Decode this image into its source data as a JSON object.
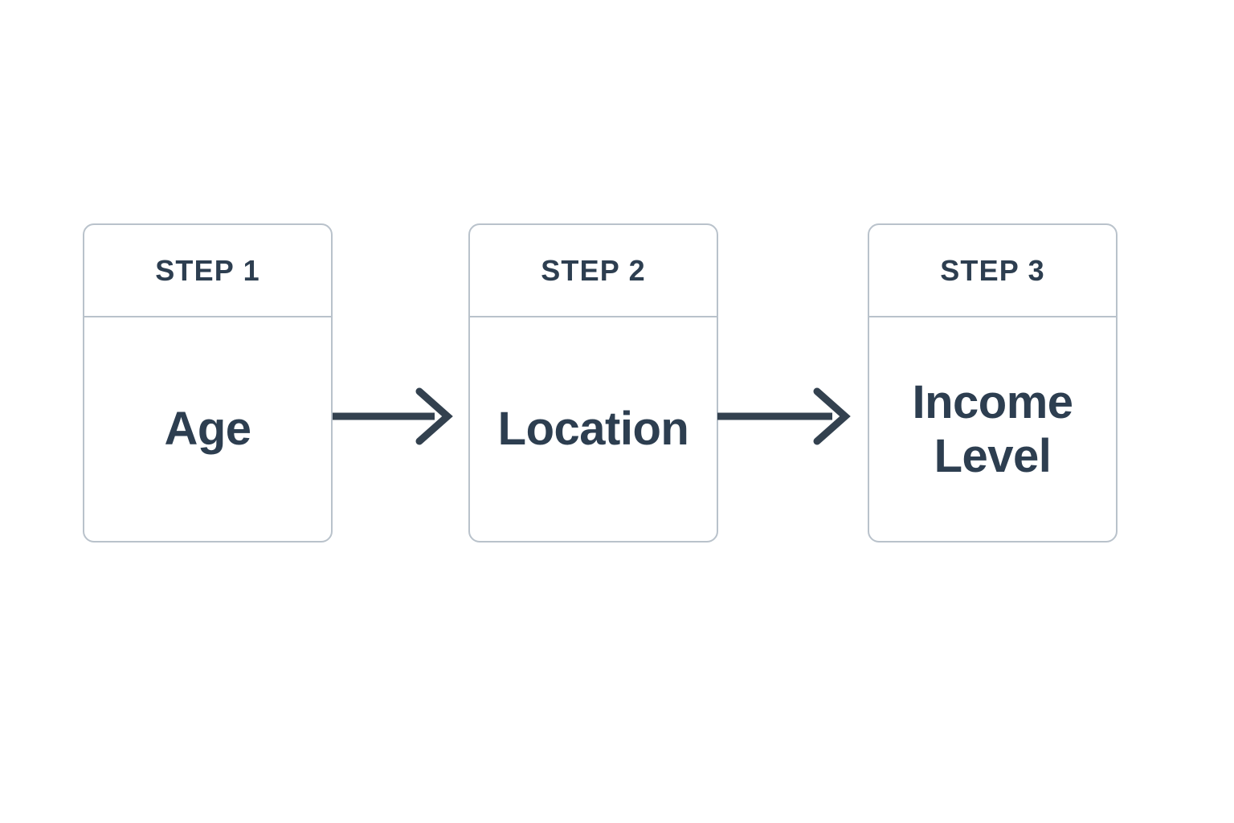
{
  "diagram": {
    "title": "Three step process flow",
    "background_color": "#ffffff",
    "border_color": "#b9c2cb",
    "text_color": "#2d3e50",
    "arrow_color": "#33414f",
    "steps": [
      {
        "header": "STEP 1",
        "label": "Age"
      },
      {
        "header": "STEP 2",
        "label": "Location"
      },
      {
        "header": "STEP 3",
        "label": "Income\nLevel"
      }
    ],
    "connectors": [
      {
        "from": "STEP 1",
        "to": "STEP 2",
        "icon": "arrow-right-icon"
      },
      {
        "from": "STEP 2",
        "to": "STEP 3",
        "icon": "arrow-right-icon"
      }
    ]
  }
}
